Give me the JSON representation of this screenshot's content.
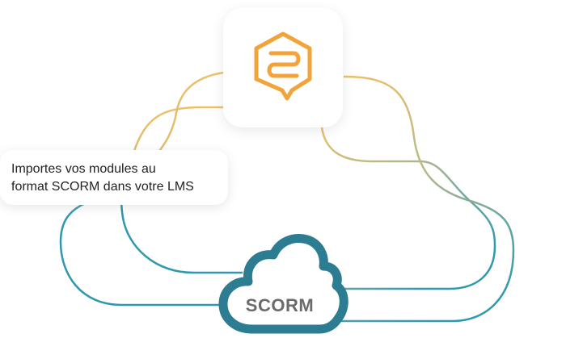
{
  "callout": {
    "line1": "Importes vos modules au",
    "line2": "format SCORM dans votre LMS"
  },
  "cloud": {
    "label": "SCORM",
    "icon": "cloud-icon"
  },
  "logo": {
    "icon": "brand-logo-icon"
  },
  "colors": {
    "yellow": "#eec068",
    "green": "#8fb29a",
    "teal": "#2e99ad",
    "cloud_stroke": "#2c7c92",
    "label": "#6b6b6b"
  }
}
